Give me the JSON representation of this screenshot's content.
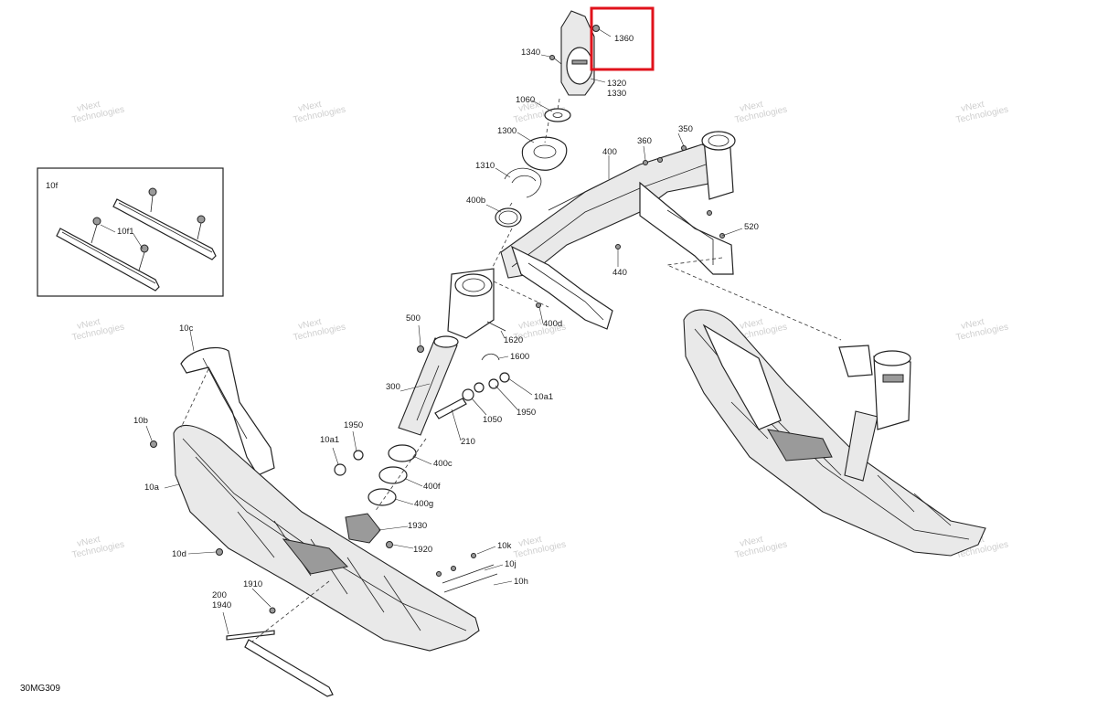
{
  "diagram": {
    "reference_code": "30MG309",
    "watermark_text": [
      "vNext",
      "Technologies"
    ],
    "highlight_color": "#e0121b",
    "highlighted_part": "1360",
    "inset_title": "10f",
    "labels": {
      "l1360": "1360",
      "l1340": "1340",
      "l1320": "1320",
      "l1330": "1330",
      "l1060": "1060",
      "l1300": "1300",
      "l1310": "1310",
      "l400": "400",
      "l360": "360",
      "l350": "350",
      "l400b": "400b",
      "l520": "520",
      "l440": "440",
      "l500": "500",
      "l400d": "400d",
      "l1620": "1620",
      "l1600": "1600",
      "l300": "300",
      "l10a1_right": "10a1",
      "l1050": "1050",
      "l1950_right": "1950",
      "l210": "210",
      "l10c": "10c",
      "l10b": "10b",
      "l1950_left": "1950",
      "l10a1_left": "10a1",
      "l400c": "400c",
      "l400f": "400f",
      "l400g": "400g",
      "l10a": "10a",
      "l1930": "1930",
      "l1920": "1920",
      "l10d": "10d",
      "l10k": "10k",
      "l10j": "10j",
      "l10h": "10h",
      "l1910": "1910",
      "l200": "200",
      "l1940": "1940",
      "l10f1": "10f1"
    }
  }
}
